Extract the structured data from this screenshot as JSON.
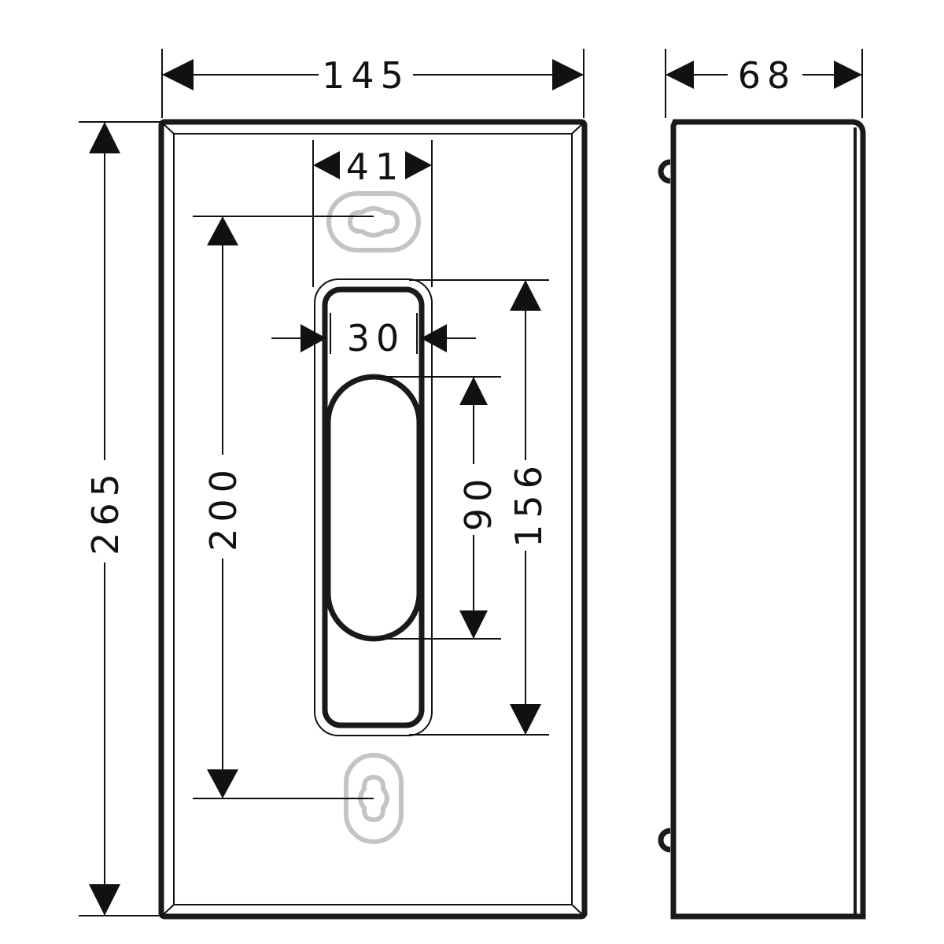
{
  "drawing": {
    "dimensions": {
      "width_front": "145",
      "depth_side": "68",
      "height_total": "265",
      "mount_spacing": "200",
      "slot_outer_width": "41",
      "slot_inner_width": "30",
      "opening_height": "90",
      "slot_height": "156"
    },
    "colors": {
      "line": "#1a1a1a",
      "keyhole": "#c4c4c4"
    }
  }
}
